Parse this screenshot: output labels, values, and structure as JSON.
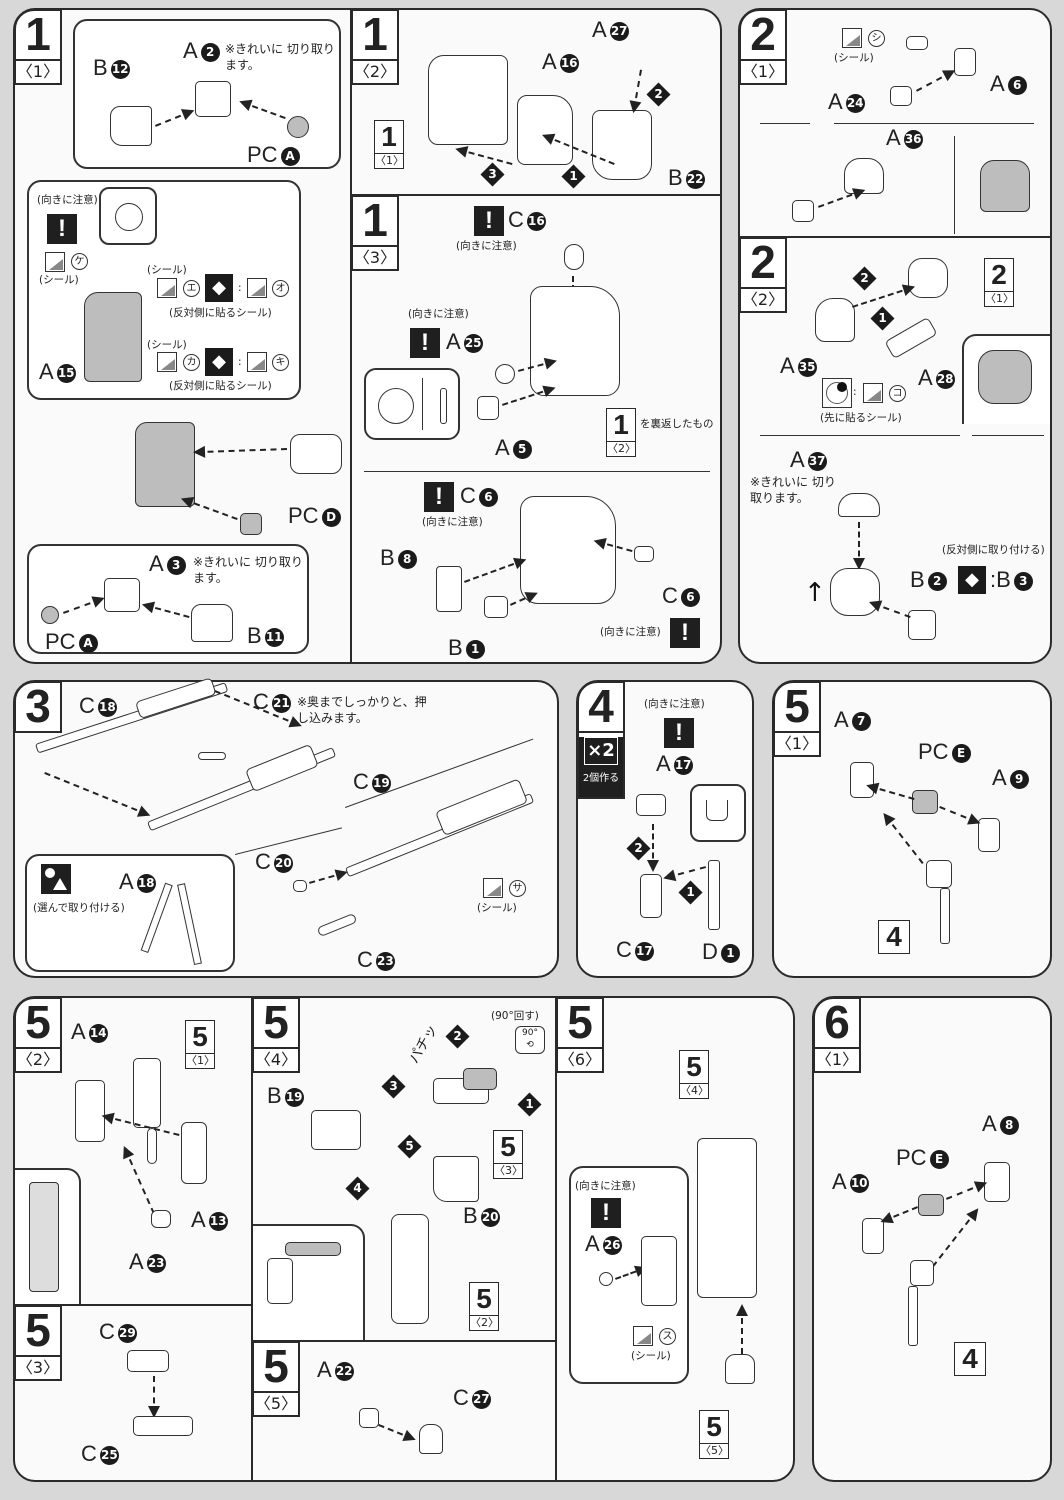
{
  "notes": {
    "cut_cleanly": "※きれいに 切り取ります。",
    "mind_orientation": "(向きに注意)",
    "sticker": "(シール)",
    "opposite_side_sticker": "(反対側に貼るシール)",
    "apply_first_sticker": "(先に貼るシール)",
    "attach_opposite_side": "(反対側に取り付ける)",
    "choose_and_attach": "(選んで取り付ける)",
    "push_all_the_way": "※奥までしっかりと、押し込みます。",
    "flipped_over": "を裏返したもの",
    "make_two": "2個作る",
    "rotate_90": "(90°回す)",
    "snap_sound": "パチッ",
    "times_two": "×2",
    "deg_90": "90°"
  },
  "panels": [
    {
      "id": "1-1",
      "step": "1",
      "sub": "〈1〉",
      "labels": [
        {
          "text": "B",
          "num": "12"
        },
        {
          "text": "A",
          "num": "2"
        },
        {
          "text": "PC",
          "num": "A"
        },
        {
          "text": "A",
          "num": "15"
        },
        {
          "text": "PC",
          "num": "D"
        },
        {
          "text": "A",
          "num": "3"
        },
        {
          "text": "PC",
          "num": "A"
        },
        {
          "text": "B",
          "num": "11"
        }
      ],
      "stickers": [
        {
          "code": "ケ"
        },
        {
          "code": "エ",
          "mirror_of": "オ"
        },
        {
          "code": "カ",
          "mirror_of": "キ"
        }
      ]
    },
    {
      "id": "1-2",
      "step": "1",
      "sub": "〈2〉",
      "labels": [
        {
          "text": "A",
          "num": "27"
        },
        {
          "text": "A",
          "num": "16"
        },
        {
          "text": "B",
          "num": "22"
        }
      ],
      "ref": {
        "step": "1",
        "sub": "〈1〉"
      },
      "order": [
        "1",
        "2",
        "3"
      ]
    },
    {
      "id": "1-3",
      "step": "1",
      "sub": "〈3〉",
      "labels": [
        {
          "text": "C",
          "num": "16"
        },
        {
          "text": "A",
          "num": "25"
        },
        {
          "text": "A",
          "num": "5"
        },
        {
          "text": "C",
          "num": "6"
        },
        {
          "text": "B",
          "num": "8"
        },
        {
          "text": "B",
          "num": "1"
        },
        {
          "text": "C",
          "num": "6"
        }
      ],
      "ref": {
        "step": "1",
        "sub": "〈2〉"
      }
    },
    {
      "id": "2-1",
      "step": "2",
      "sub": "〈1〉",
      "labels": [
        {
          "text": "A",
          "num": "6"
        },
        {
          "text": "A",
          "num": "24"
        },
        {
          "text": "A",
          "num": "36"
        }
      ],
      "stickers": [
        {
          "code": "シ"
        }
      ]
    },
    {
      "id": "2-2",
      "step": "2",
      "sub": "〈2〉",
      "labels": [
        {
          "text": "A",
          "num": "35"
        },
        {
          "text": "A",
          "num": "28"
        },
        {
          "text": "A",
          "num": "37"
        },
        {
          "text": "B",
          "num": "2"
        },
        {
          "text": "B",
          "num": "3"
        }
      ],
      "ref": {
        "step": "2",
        "sub": "〈1〉"
      },
      "stickers": [
        {
          "code": "コ"
        }
      ],
      "order": [
        "1",
        "2"
      ]
    },
    {
      "id": "3",
      "step": "3",
      "sub": "",
      "labels": [
        {
          "text": "C",
          "num": "18"
        },
        {
          "text": "C",
          "num": "21"
        },
        {
          "text": "C",
          "num": "19"
        },
        {
          "text": "C",
          "num": "20"
        },
        {
          "text": "A",
          "num": "18"
        },
        {
          "text": "C",
          "num": "23"
        }
      ],
      "stickers": [
        {
          "code": "サ"
        }
      ]
    },
    {
      "id": "4",
      "step": "4",
      "sub": "",
      "labels": [
        {
          "text": "A",
          "num": "17"
        },
        {
          "text": "C",
          "num": "17"
        },
        {
          "text": "D",
          "num": "1"
        }
      ],
      "order": [
        "1",
        "2"
      ]
    },
    {
      "id": "5-1",
      "step": "5",
      "sub": "〈1〉",
      "labels": [
        {
          "text": "A",
          "num": "7"
        },
        {
          "text": "PC",
          "num": "E"
        },
        {
          "text": "A",
          "num": "9"
        }
      ],
      "ref": {
        "step": "4",
        "sub": ""
      }
    },
    {
      "id": "5-2",
      "step": "5",
      "sub": "〈2〉",
      "labels": [
        {
          "text": "A",
          "num": "14"
        },
        {
          "text": "A",
          "num": "13"
        },
        {
          "text": "A",
          "num": "23"
        }
      ],
      "ref": {
        "step": "5",
        "sub": "〈1〉"
      }
    },
    {
      "id": "5-3",
      "step": "5",
      "sub": "〈3〉",
      "labels": [
        {
          "text": "C",
          "num": "29"
        },
        {
          "text": "C",
          "num": "25"
        }
      ]
    },
    {
      "id": "5-4",
      "step": "5",
      "sub": "〈4〉",
      "labels": [
        {
          "text": "B",
          "num": "19"
        },
        {
          "text": "B",
          "num": "20"
        }
      ],
      "refs": [
        {
          "step": "5",
          "sub": "〈3〉"
        },
        {
          "step": "5",
          "sub": "〈2〉"
        }
      ],
      "order": [
        "1",
        "2",
        "3",
        "4",
        "5"
      ]
    },
    {
      "id": "5-5",
      "step": "5",
      "sub": "〈5〉",
      "labels": [
        {
          "text": "A",
          "num": "22"
        },
        {
          "text": "C",
          "num": "27"
        }
      ]
    },
    {
      "id": "5-6",
      "step": "5",
      "sub": "〈6〉",
      "labels": [
        {
          "text": "A",
          "num": "26"
        }
      ],
      "refs": [
        {
          "step": "5",
          "sub": "〈4〉"
        },
        {
          "step": "5",
          "sub": "〈5〉"
        }
      ],
      "stickers": [
        {
          "code": "ス"
        }
      ]
    },
    {
      "id": "6-1",
      "step": "6",
      "sub": "〈1〉",
      "labels": [
        {
          "text": "A",
          "num": "8"
        },
        {
          "text": "PC",
          "num": "E"
        },
        {
          "text": "A",
          "num": "10"
        }
      ],
      "ref": {
        "step": "4",
        "sub": ""
      }
    }
  ]
}
